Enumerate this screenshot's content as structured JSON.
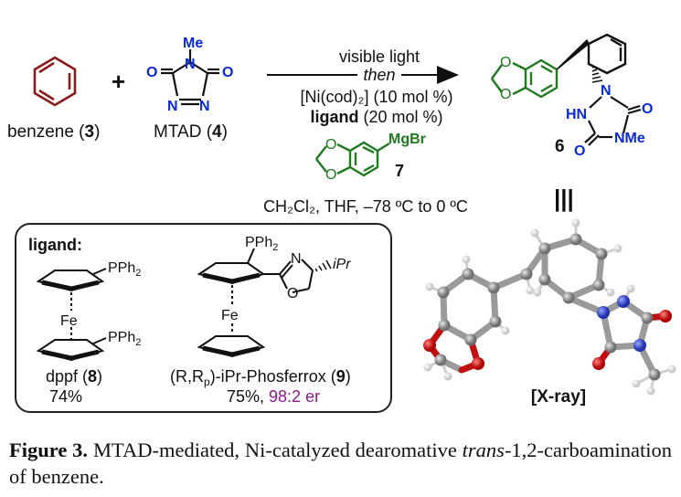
{
  "reactants": {
    "benzene_label": "benzene (",
    "benzene_num": "3",
    "close": ")",
    "plus": "+",
    "mtad_label": "MTAD (",
    "mtad_num": "4",
    "mtad_me": "Me",
    "n": "N",
    "o": "O"
  },
  "conditions": {
    "line1": "visible light",
    "line2": "then",
    "line3": "[Ni(cod)₂] (10 mol %)",
    "line4_bold": "ligand",
    "line4_rest": " (20 mol %)",
    "grignard": "MgBr",
    "grignard_num": "7",
    "solvent": "CH₂Cl₂, THF, –78 ºC to 0 ºC"
  },
  "product": {
    "num": "6",
    "hn": "HN",
    "nme": "NMe",
    "o": "O",
    "n": "N",
    "identity": "|||",
    "xray_label": "[X-ray]"
  },
  "ligands": {
    "title": "ligand:",
    "pph2": "PPh",
    "fe": "Fe",
    "ipr": "iPr",
    "dppf_name": "dppf (",
    "dppf_num": "8",
    "dppf_yield": "74%",
    "phos_name": "(R,R",
    "phos_sub": "p",
    "phos_rest": ")-iPr-Phosferrox (",
    "phos_num": "9",
    "phos_yield": "75%, ",
    "phos_er": "98:2 er"
  },
  "caption": {
    "figure": "Figure 3.",
    "text1": "MTAD-mediated, Ni-catalyzed dearomative ",
    "trans": "trans",
    "text2": "-1,2-carboamination of benzene."
  },
  "colors": {
    "benzene": "#8b1a1a",
    "heteroatom": "#0a2ad6",
    "aryl": "#1f7a1f",
    "er": "#8b1a8b",
    "oxygen_atom": "#d01010",
    "nitrogen_atom": "#3b4fd6",
    "carbon_atom": "#8a8a8a"
  }
}
